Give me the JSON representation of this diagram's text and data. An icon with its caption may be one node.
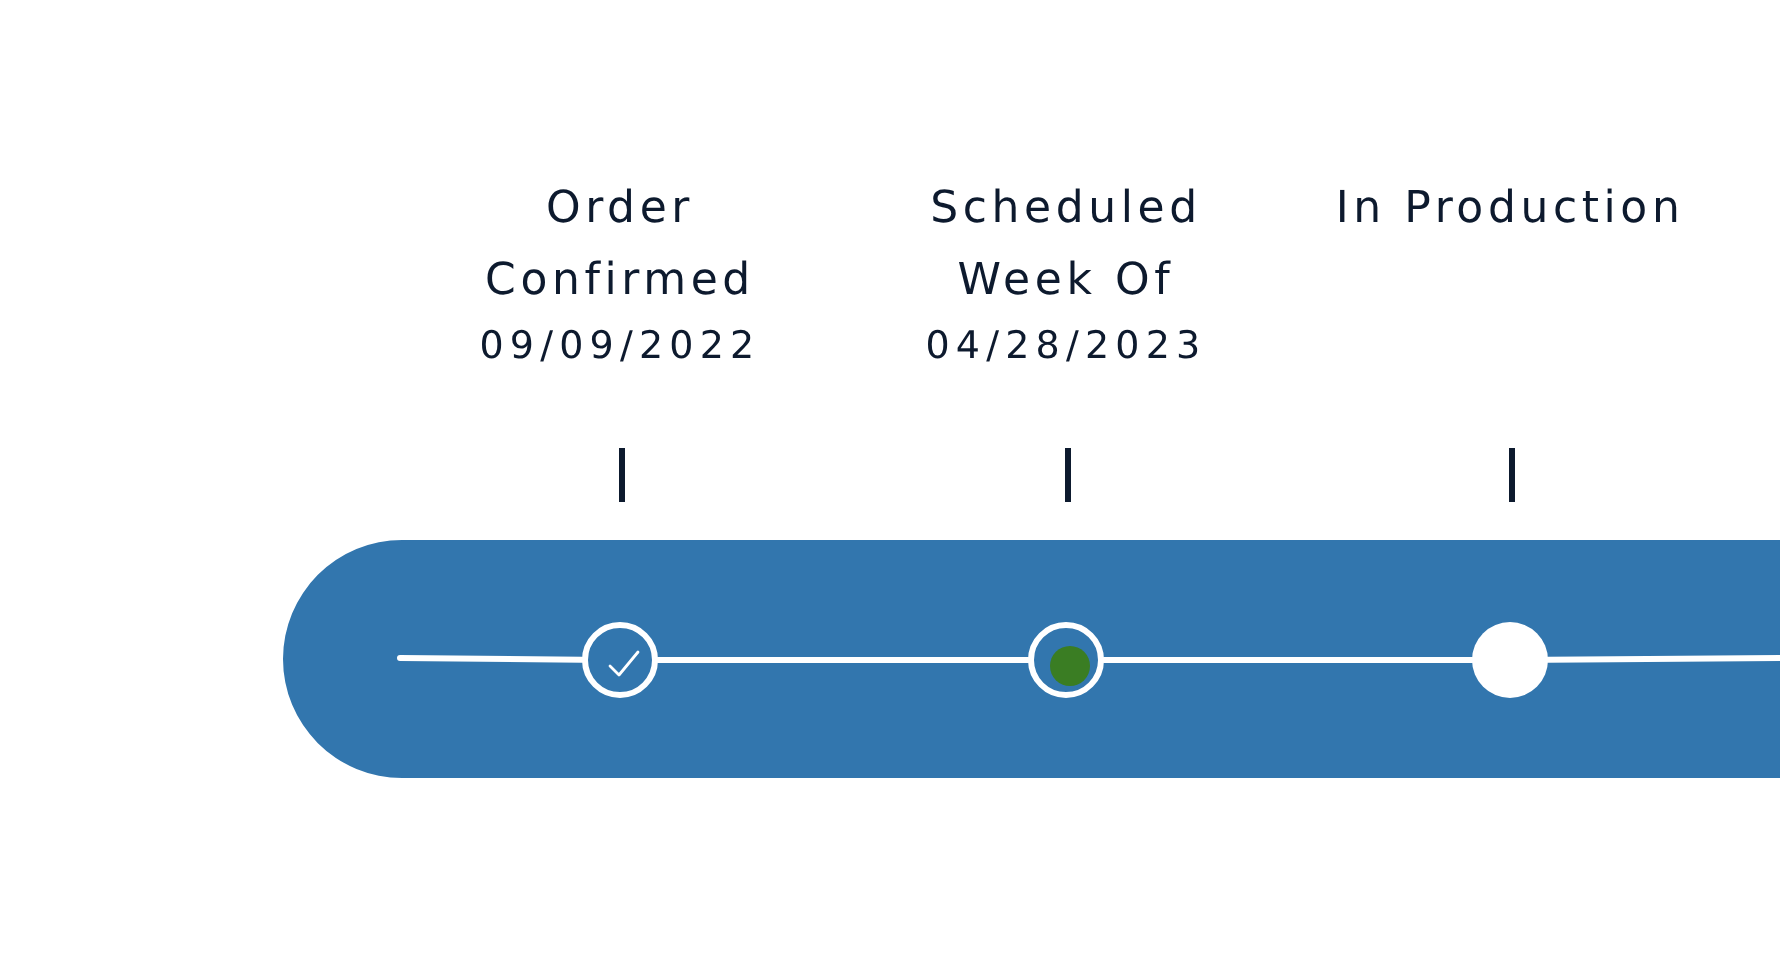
{
  "diagram": {
    "nodes": [
      {
        "text": [],
        "shape": "circle",
        "beside": [
          "Order Confirmed",
          "09/09/2022"
        ]
      },
      {
        "text": [],
        "shape": "circle",
        "beside": [
          "Scheduled Week Of",
          "04/28/2023"
        ]
      },
      {
        "text": [],
        "shape": "circle"
      }
    ],
    "edges": [
      {
        "from": null,
        "to": 0,
        "arrow": "none"
      },
      {
        "from": 0,
        "to": 1,
        "arrow": "none"
      },
      {
        "from": 1,
        "to": 2,
        "arrow": "none"
      },
      {
        "from": 2,
        "to": null,
        "arrow": "none"
      }
    ],
    "labels": [
      "In Production"
    ]
  }
}
